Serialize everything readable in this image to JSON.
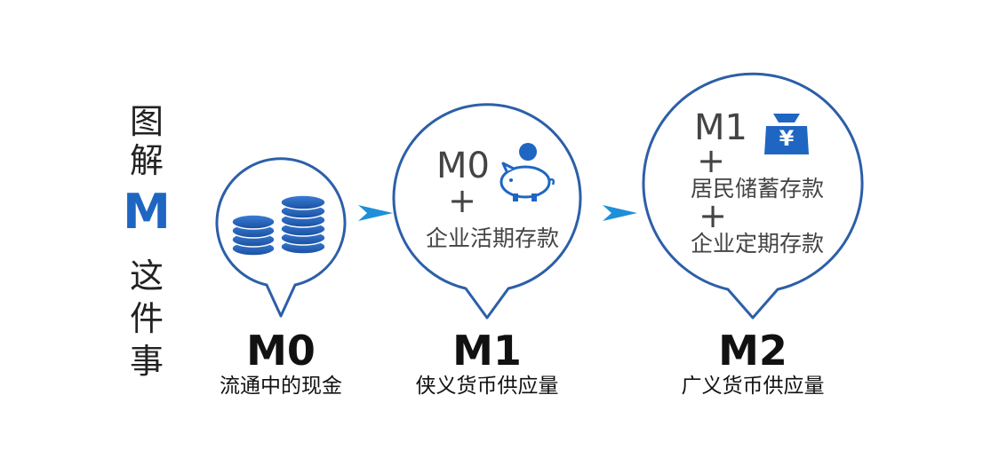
{
  "title": {
    "chars_top": [
      "图",
      "解"
    ],
    "letter": "M",
    "chars_bottom": [
      "这",
      "件",
      "事"
    ]
  },
  "colors": {
    "accent": "#1f66c2",
    "circle_stroke": "#2c5fa8",
    "arrow": "#1e8fd8",
    "text": "#222222"
  },
  "stages": [
    {
      "label": "M0",
      "caption": "流通中的现金",
      "icon": "coins-stack-icon"
    },
    {
      "label": "M1",
      "caption": "侠义货币供应量",
      "formula": {
        "base": "M0",
        "plus": "+",
        "item": "企业活期存款"
      },
      "icon": "piggy-bank-icon"
    },
    {
      "label": "M2",
      "caption": "广义货币供应量",
      "formula": {
        "base": "M1",
        "plus1": "+",
        "item1": "居民储蓄存款",
        "plus2": "+",
        "item2": "企业定期存款"
      },
      "icon": "money-bag-yen-icon",
      "bag_symbol": "¥"
    }
  ]
}
